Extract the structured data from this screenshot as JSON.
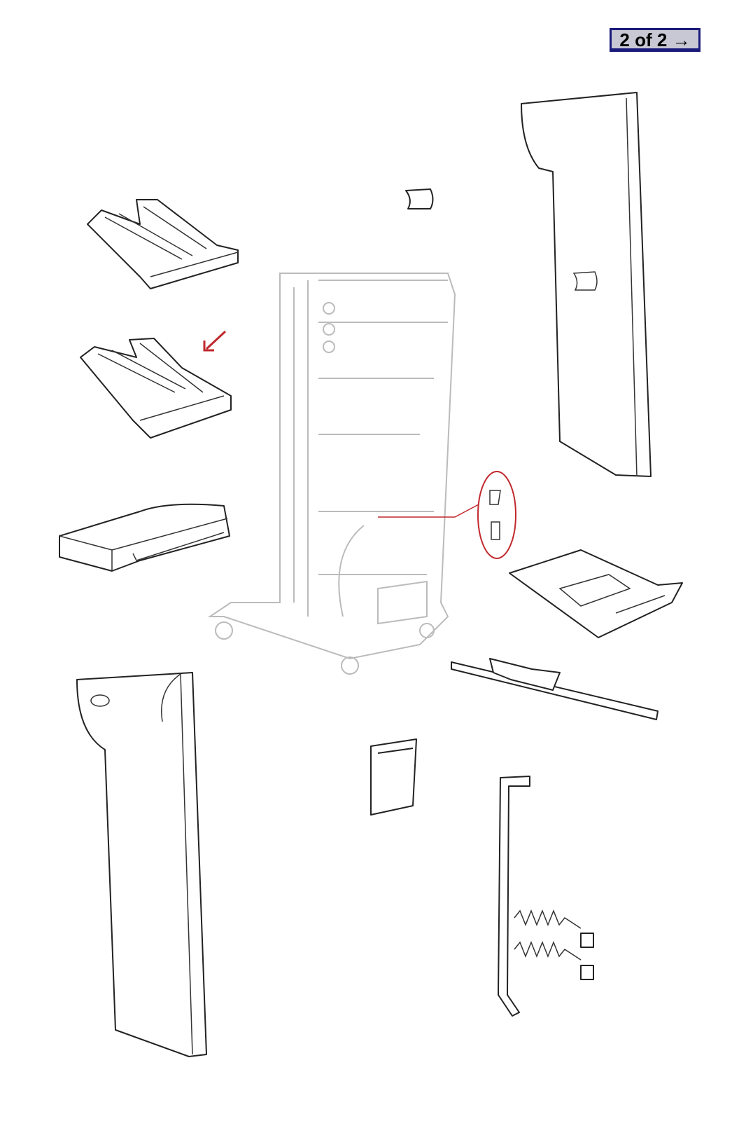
{
  "pager": {
    "label": "2 of 2",
    "arrow": "→",
    "current_page": 2,
    "total_pages": 2
  },
  "colors": {
    "pager_border": "#1a1a7a",
    "pager_fill": "#c8c8d4",
    "callout": "#c0282d"
  }
}
